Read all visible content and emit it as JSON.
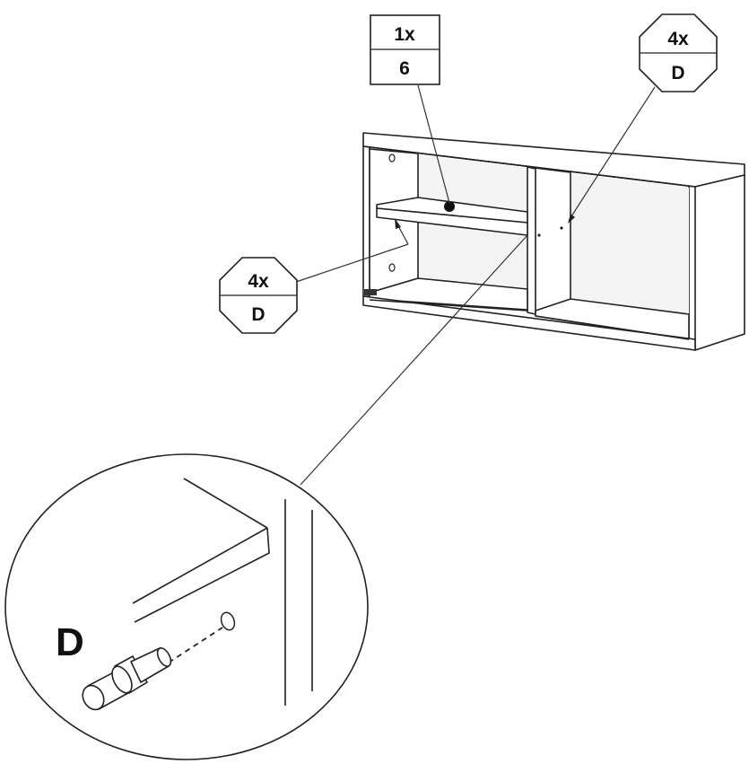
{
  "callouts": {
    "shelf_part": {
      "quantity": "1x",
      "part": "6"
    },
    "left_pins": {
      "quantity": "4x",
      "part": "D"
    },
    "right_pins": {
      "quantity": "4x",
      "part": "D"
    }
  },
  "detail": {
    "part_letter": "D"
  },
  "colors": {
    "line": "#222222",
    "fill": "#ffffff",
    "shadow": "#e6e6e6"
  }
}
